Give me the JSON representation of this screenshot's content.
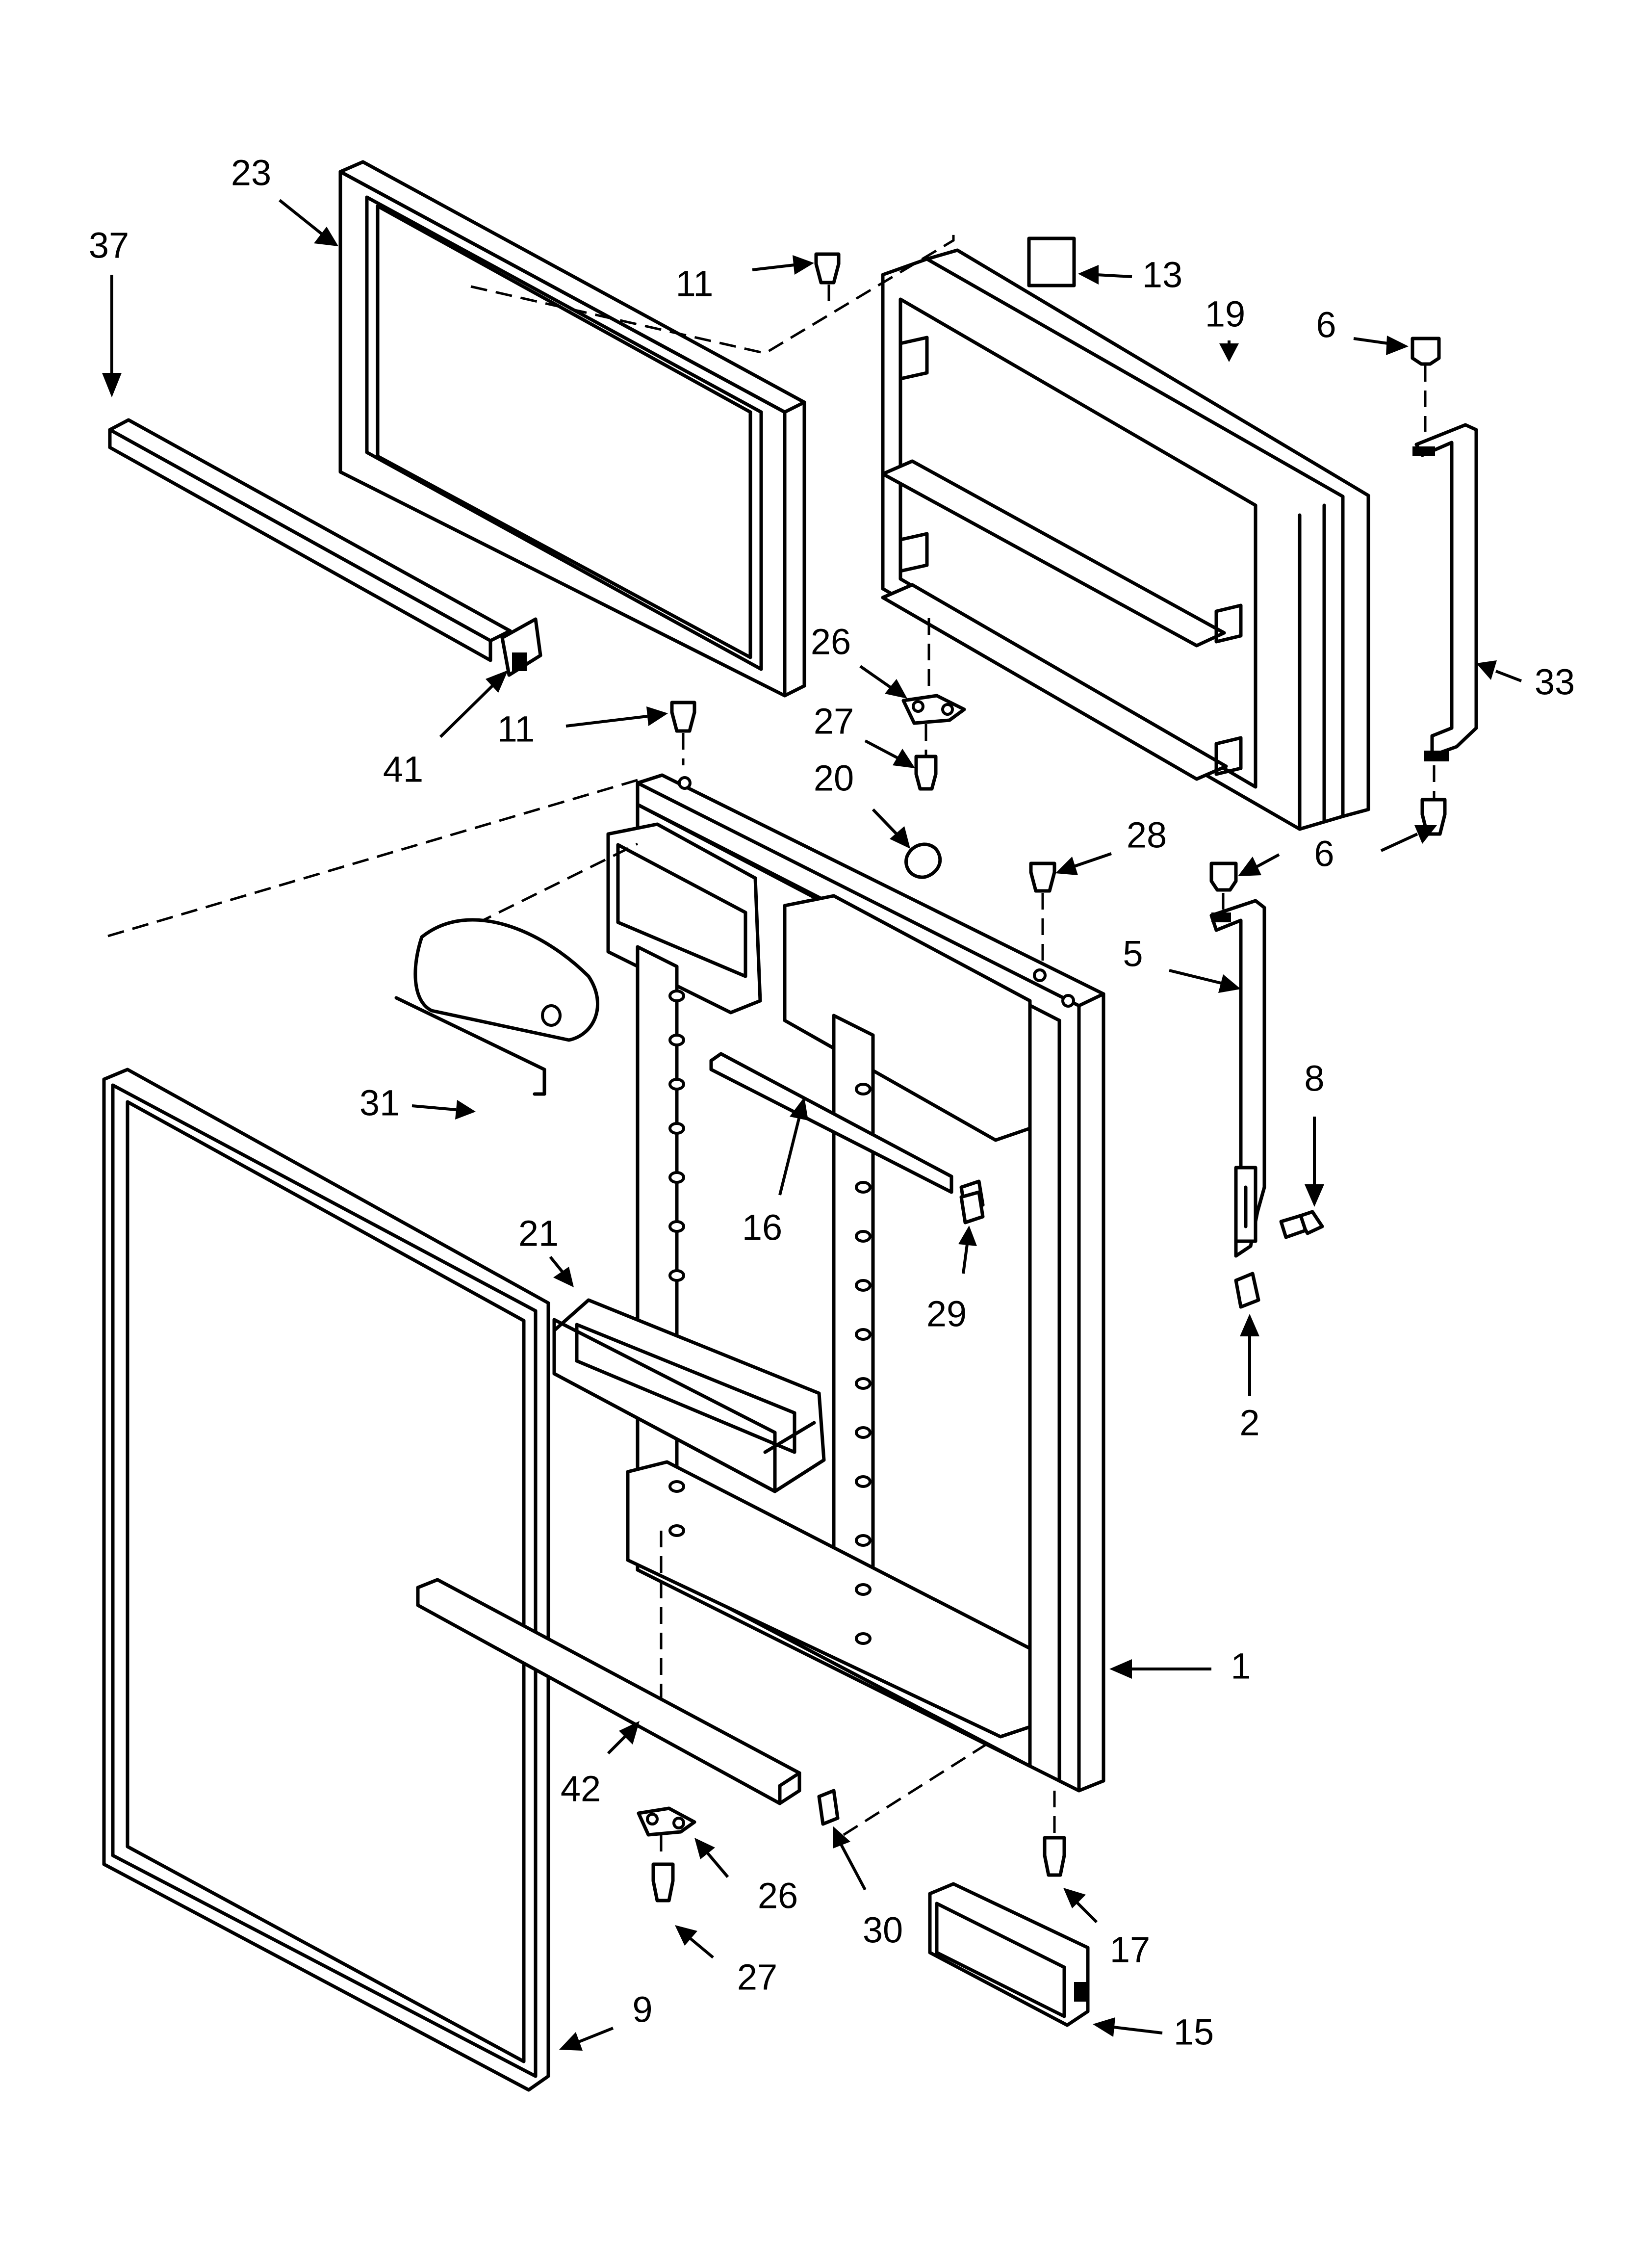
{
  "labels": {
    "p1": "1",
    "p2": "2",
    "p5": "5",
    "p6a": "6",
    "p6b": "6",
    "p8": "8",
    "p9": "9",
    "p11a": "11",
    "p11b": "11",
    "p13": "13",
    "p15": "15",
    "p16": "16",
    "p17": "17",
    "p19": "19",
    "p20": "20",
    "p21": "21",
    "p23": "23",
    "p26a": "26",
    "p26b": "26",
    "p27a": "27",
    "p27b": "27",
    "p28": "28",
    "p29": "29",
    "p30": "30",
    "p31": "31",
    "p33": "33",
    "p37": "37",
    "p41": "41",
    "p42": "42"
  }
}
